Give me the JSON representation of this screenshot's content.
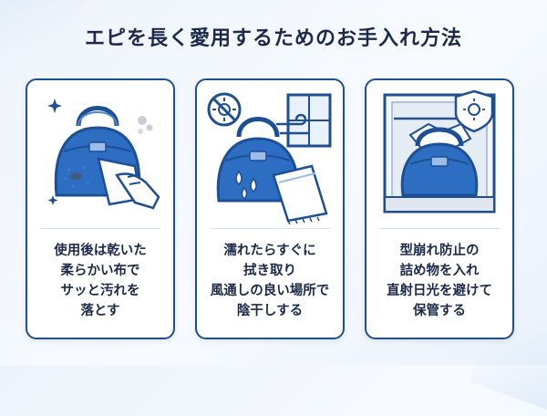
{
  "title": "エピを長く愛用するためのお手入れ方法",
  "cards": [
    {
      "illustration": "bag-wiping-with-cloth",
      "lines": [
        "使用後は乾いた",
        "柔らかい布で",
        "サッと汚れを",
        "落とす"
      ]
    },
    {
      "illustration": "wet-bag-towel-window",
      "lines": [
        "濡れたらすぐに",
        "拭き取り",
        "風通しの良い場所で",
        "陰干しする"
      ]
    },
    {
      "illustration": "bag-in-closet-sun-shield",
      "lines": [
        "型崩れ防止の",
        "詰め物を入れ",
        "直射日光を避けて",
        "保管する"
      ]
    }
  ],
  "colors": {
    "navy": "#1f4f8f",
    "bag": "#2d6ec2",
    "bag_dark": "#1d4f95",
    "text": "#1b2a4a"
  }
}
